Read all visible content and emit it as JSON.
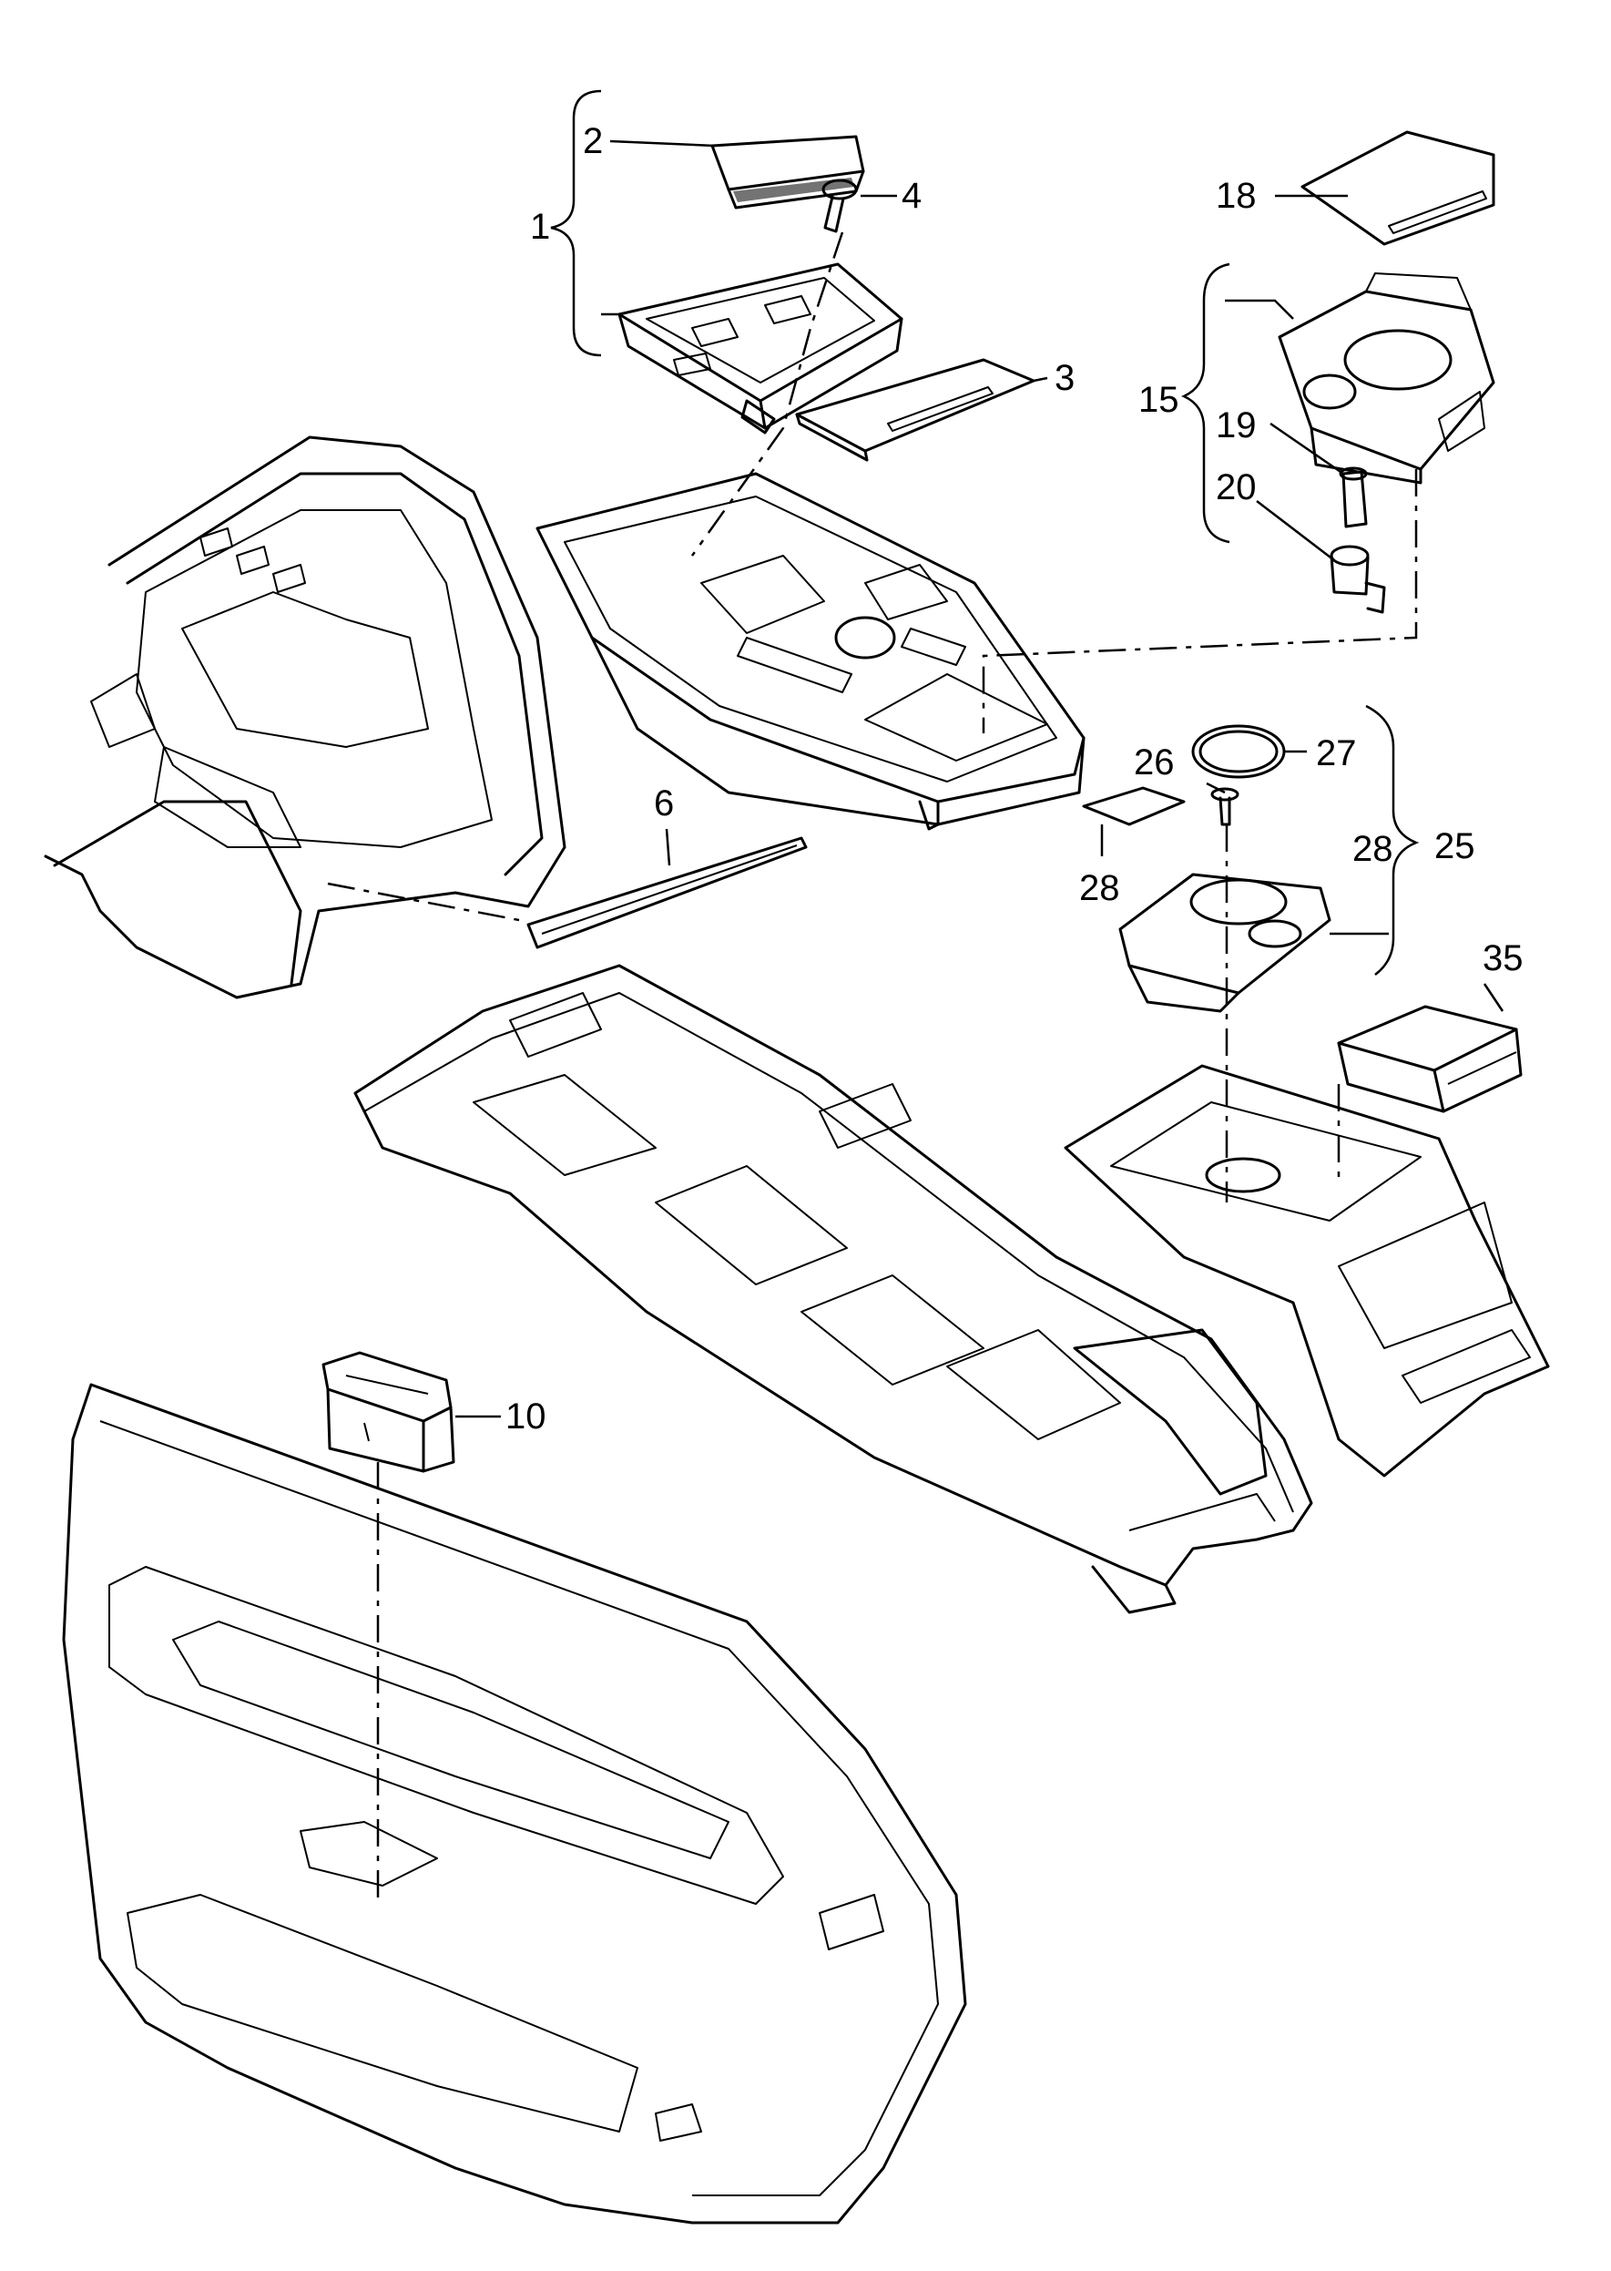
{
  "callouts": {
    "c1": "1",
    "c2": "2",
    "c3": "3",
    "c4": "4",
    "c6": "6",
    "c10": "10",
    "c15": "15",
    "c18": "18",
    "c19": "19",
    "c20": "20",
    "c25": "25",
    "c26": "26",
    "c27": "27",
    "c28a": "28",
    "c28b": "28",
    "c35": "35"
  }
}
